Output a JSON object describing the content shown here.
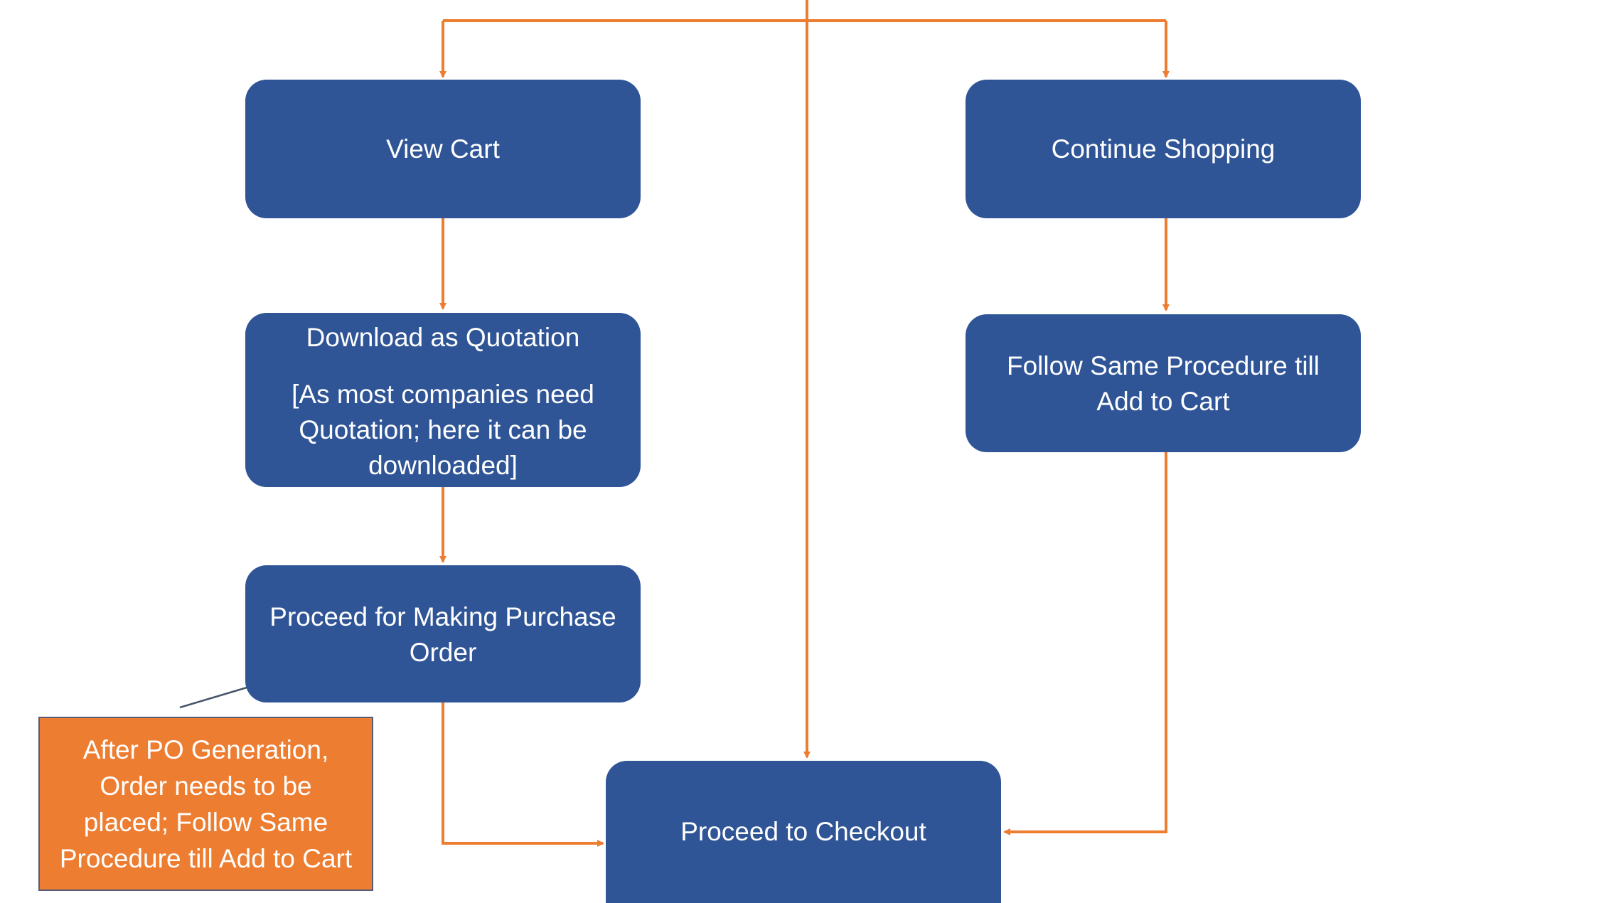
{
  "diagram": {
    "type": "flowchart",
    "colors": {
      "node_fill": "#2f5597",
      "node_text": "#ffffff",
      "arrow": "#ed7d31",
      "note_fill": "#ed7d31",
      "note_border": "#5a5a78",
      "note_connector": "#44546a"
    },
    "nodes": {
      "view_cart": {
        "lines": [
          "View Cart"
        ]
      },
      "continue_shopping": {
        "lines": [
          "Continue Shopping"
        ]
      },
      "download_quotation": {
        "title": "Download as Quotation",
        "detail_lines": [
          "[As most companies need",
          "Quotation; here it can be",
          "downloaded]"
        ]
      },
      "follow_procedure": {
        "lines": [
          "Follow Same Procedure till",
          "Add to Cart"
        ]
      },
      "purchase_order": {
        "lines": [
          "Proceed for Making Purchase",
          "Order"
        ]
      },
      "checkout": {
        "lines": [
          "Proceed to Checkout"
        ]
      }
    },
    "note": {
      "lines": [
        "After PO Generation,",
        "Order needs to be",
        "placed; Follow Same",
        "Procedure till Add to Cart"
      ],
      "attached_to": "purchase_order"
    },
    "edges": [
      {
        "from": "top-entry",
        "to": "view_cart"
      },
      {
        "from": "top-entry",
        "to": "continue_shopping"
      },
      {
        "from": "top-entry",
        "to": "checkout"
      },
      {
        "from": "view_cart",
        "to": "download_quotation"
      },
      {
        "from": "download_quotation",
        "to": "purchase_order"
      },
      {
        "from": "purchase_order",
        "to": "checkout"
      },
      {
        "from": "continue_shopping",
        "to": "follow_procedure"
      },
      {
        "from": "follow_procedure",
        "to": "checkout"
      }
    ]
  }
}
